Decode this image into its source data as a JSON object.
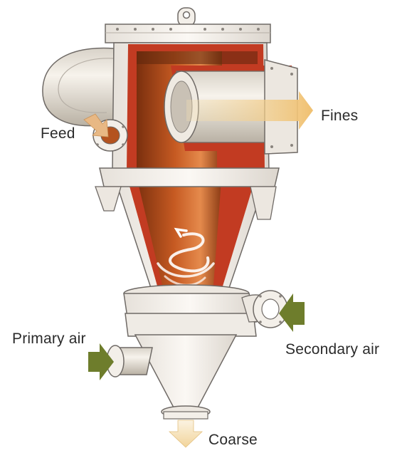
{
  "labels": {
    "feed": "Feed",
    "fines": "Fines",
    "primary_air": "Primary air",
    "secondary_air": "Secondary air",
    "coarse": "Coarse"
  },
  "colors": {
    "housing": "#f3efe9",
    "outline": "#6f6a66",
    "cutaway_red": "#c23b22",
    "chamber_dark": "#8a3a13",
    "chamber_light": "#e98a4a",
    "fines_arrow": "#f2c77e",
    "air_arrow": "#6e7d2c",
    "coarse_arrow": "#f0cf8c"
  }
}
